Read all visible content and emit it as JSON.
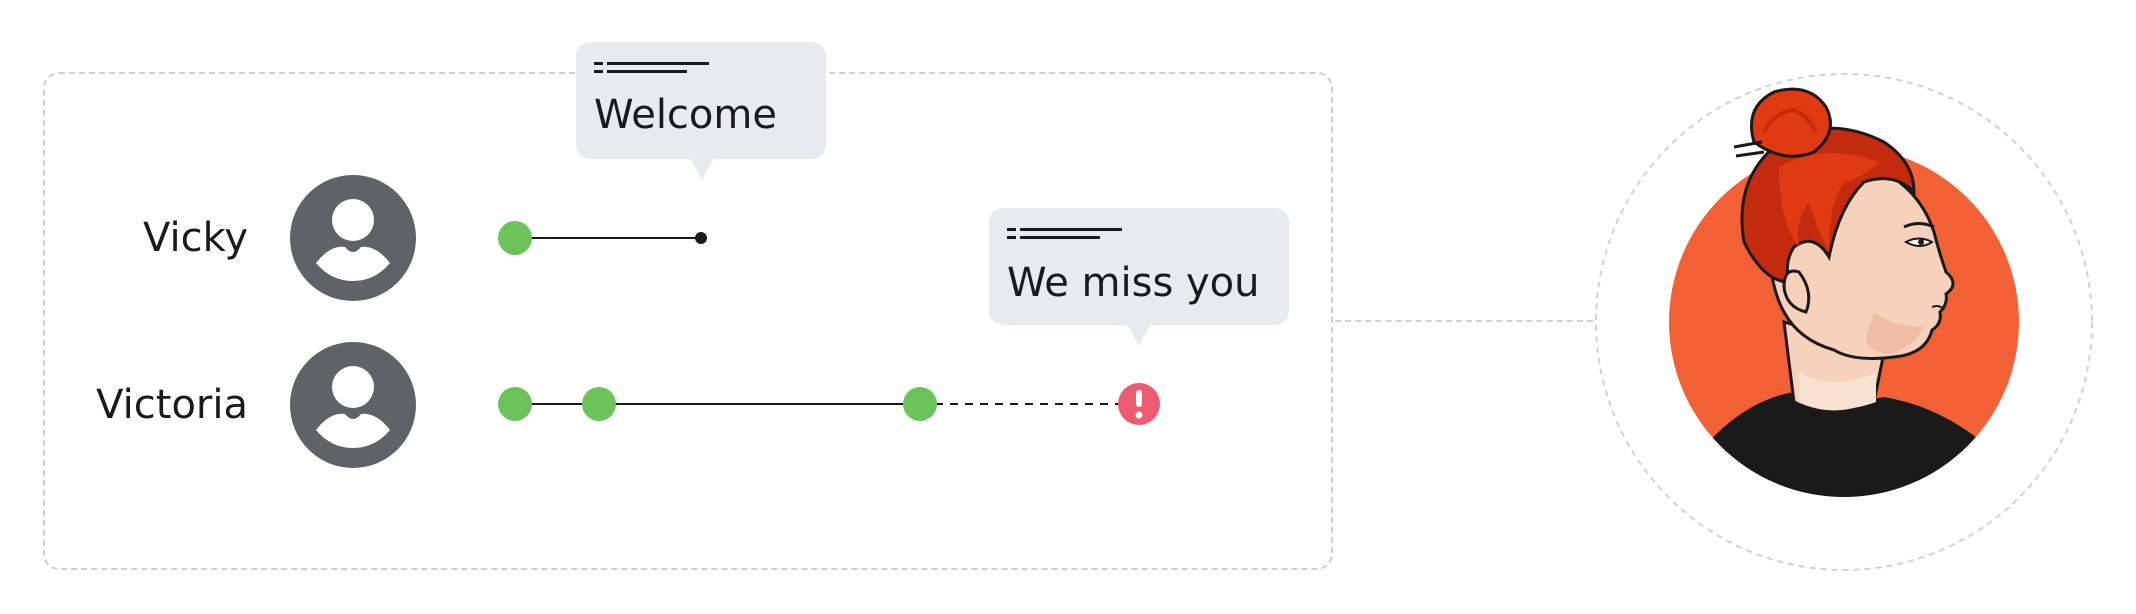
{
  "users": [
    {
      "name": "Vicky"
    },
    {
      "name": "Victoria"
    }
  ],
  "messages": [
    {
      "text": "Welcome"
    },
    {
      "text": "We miss you"
    }
  ],
  "colors": {
    "event_done": "#6cc35a",
    "event_alert": "#ec5b70",
    "avatar": "#5f6368",
    "bubble": "#e8ebee",
    "portrait_bg": "#f26135",
    "hair": "#e03a12"
  },
  "icons": {
    "avatar": "user-avatar-icon",
    "alert": "exclamation-icon",
    "profile": "woman-profile-illustration"
  }
}
